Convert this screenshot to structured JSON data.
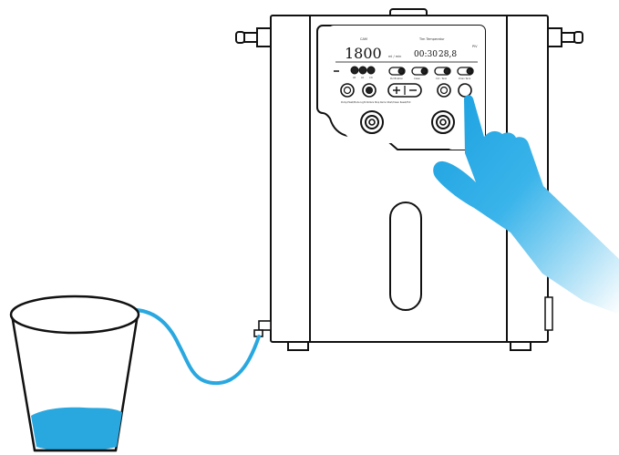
{
  "panel": {
    "small_label_left": "CAM",
    "small_label_center": "Tim  Temperatur",
    "small_label_right": "PIV",
    "counter_value": "1800",
    "counter_unit": "ml / min",
    "timer_value": "00:30",
    "temperature_value": "28,8",
    "switch_captions": [
      "Purification",
      "Clean",
      "Circ. Tank",
      "Drain Tank"
    ],
    "button_row_caption": "Pump/Heat/Mode  Light  Rollers  Stop  Remo  Start/Clean  Reset/Hot",
    "knob_captions": [
      "LB",
      "LO",
      "CO"
    ]
  },
  "colors": {
    "water": "#29a8e0",
    "outline": "#111111",
    "hand_top": "#1aa0e0",
    "hand_bottom": "#ffffff"
  },
  "icons": [
    "hand-pointer-icon",
    "cup-icon",
    "water-tube-icon",
    "water-drops-icon"
  ]
}
